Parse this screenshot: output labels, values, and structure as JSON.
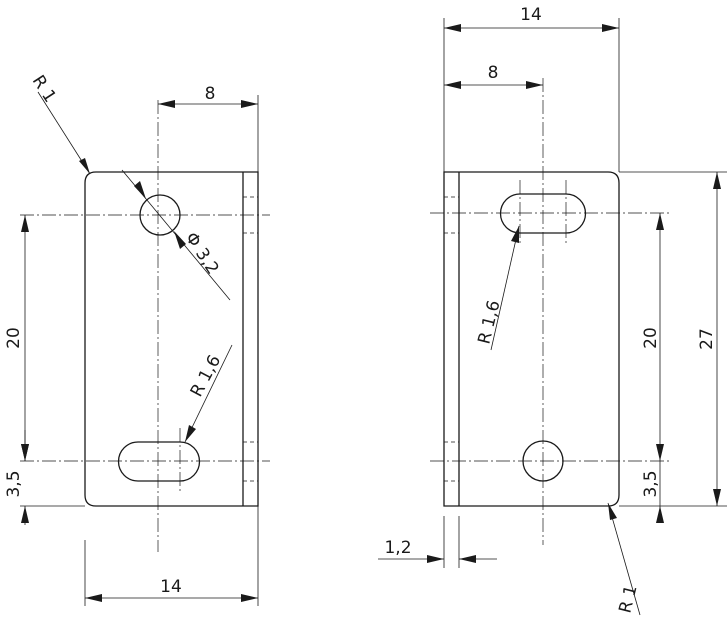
{
  "left_view": {
    "dim_top": "8",
    "dim_bottom": "14",
    "dim_height": "20",
    "dim_edge": "3,5",
    "radius_corner": "R 1",
    "hole_diameter": "Φ 3,2",
    "slot_radius": "R 1,6"
  },
  "right_view": {
    "dim_top": "14",
    "dim_inner": "8",
    "dim_height": "20",
    "dim_total": "27",
    "dim_edge": "3,5",
    "dim_thickness": "1,2",
    "slot_radius": "R 1,6",
    "radius_corner": "R 1"
  }
}
